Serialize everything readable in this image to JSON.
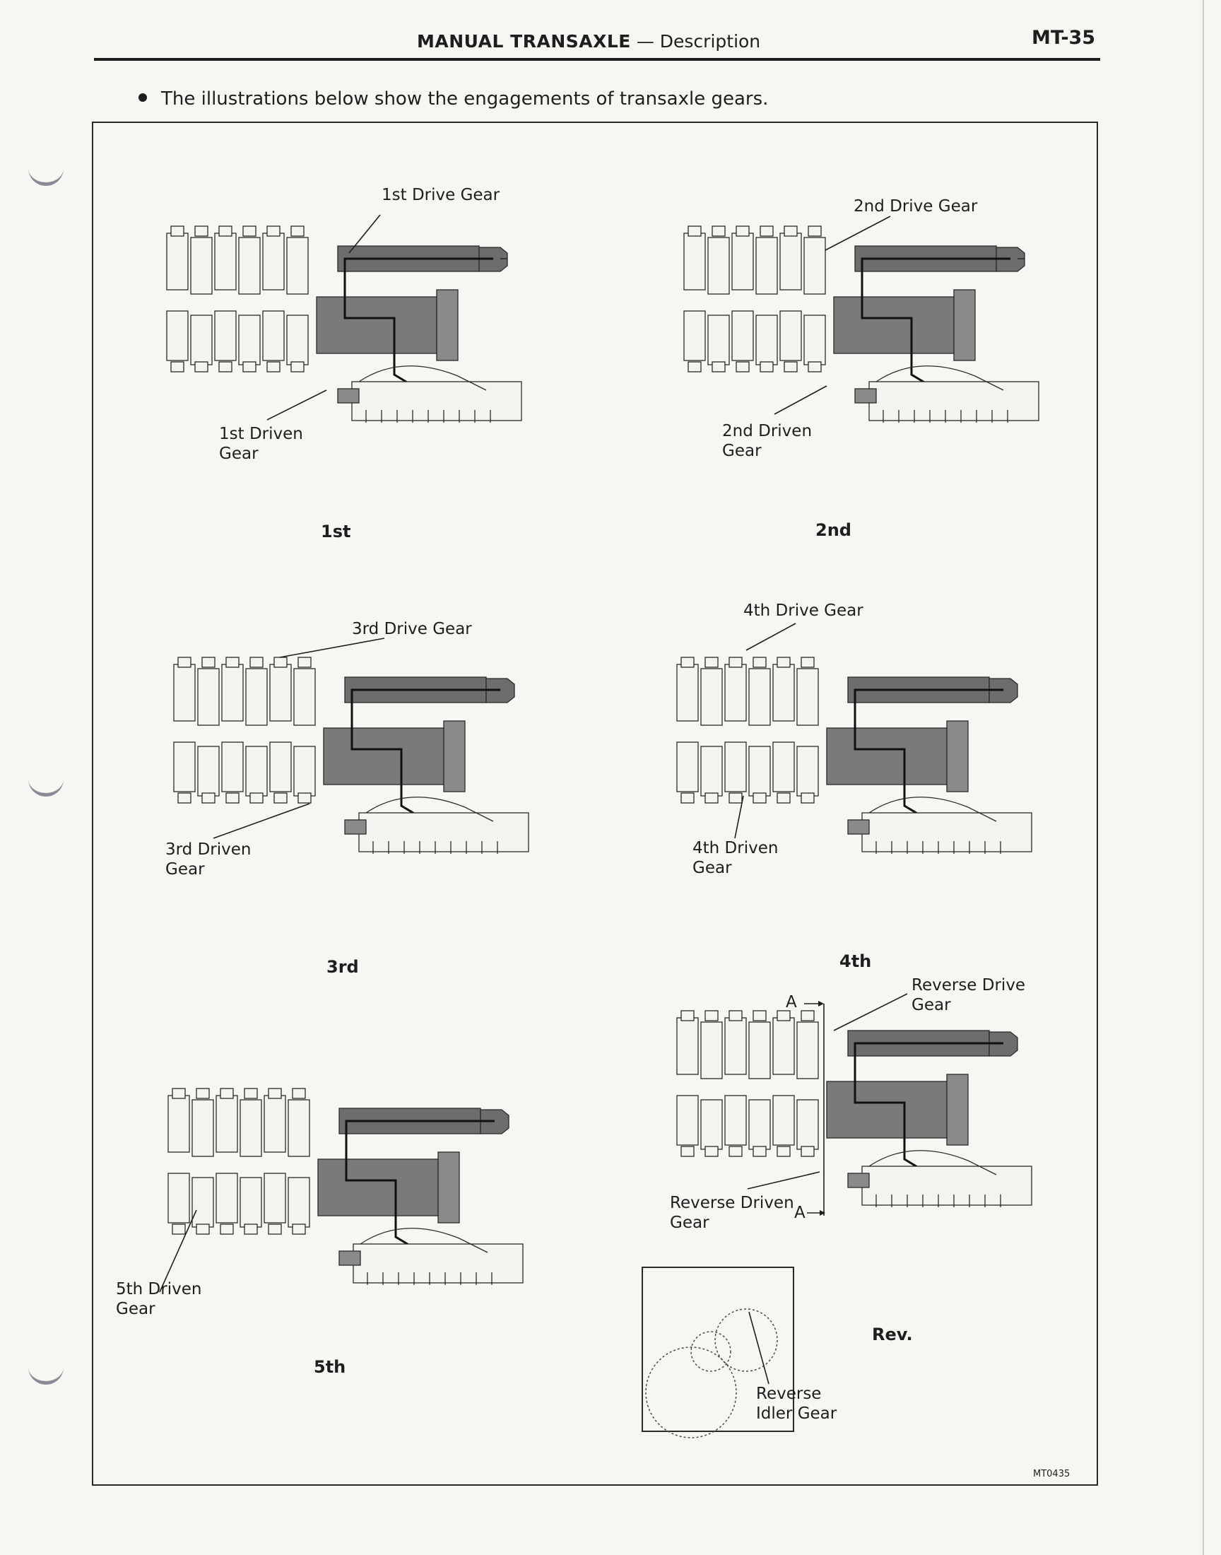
{
  "header": {
    "title_bold": "MANUAL TRANSAXLE",
    "title_rest": " — Description",
    "page_number": "MT-35"
  },
  "intro": "The illustrations below show the engagements of transaxle gears.",
  "panels": [
    {
      "caption": "1st",
      "drive_label": "1st Drive Gear",
      "driven_label": [
        "1st Driven",
        "Gear"
      ]
    },
    {
      "caption": "2nd",
      "drive_label": "2nd Drive Gear",
      "driven_label": [
        "2nd Driven",
        "Gear"
      ]
    },
    {
      "caption": "3rd",
      "drive_label": "3rd Drive Gear",
      "driven_label": [
        "3rd Driven",
        "Gear"
      ]
    },
    {
      "caption": "4th",
      "drive_label": "4th Drive Gear",
      "driven_label": [
        "4th Driven",
        "Gear"
      ]
    },
    {
      "caption": "5th",
      "driven_label": [
        "5th Driven",
        "Gear"
      ]
    },
    {
      "caption": "Rev.",
      "drive_label": [
        "Reverse Drive",
        "Gear"
      ],
      "driven_label": [
        "Reverse Driven",
        "Gear"
      ],
      "section_mark": "A",
      "idler_label": [
        "Reverse",
        "Idler Gear"
      ]
    }
  ],
  "figure_code": "MT0435"
}
